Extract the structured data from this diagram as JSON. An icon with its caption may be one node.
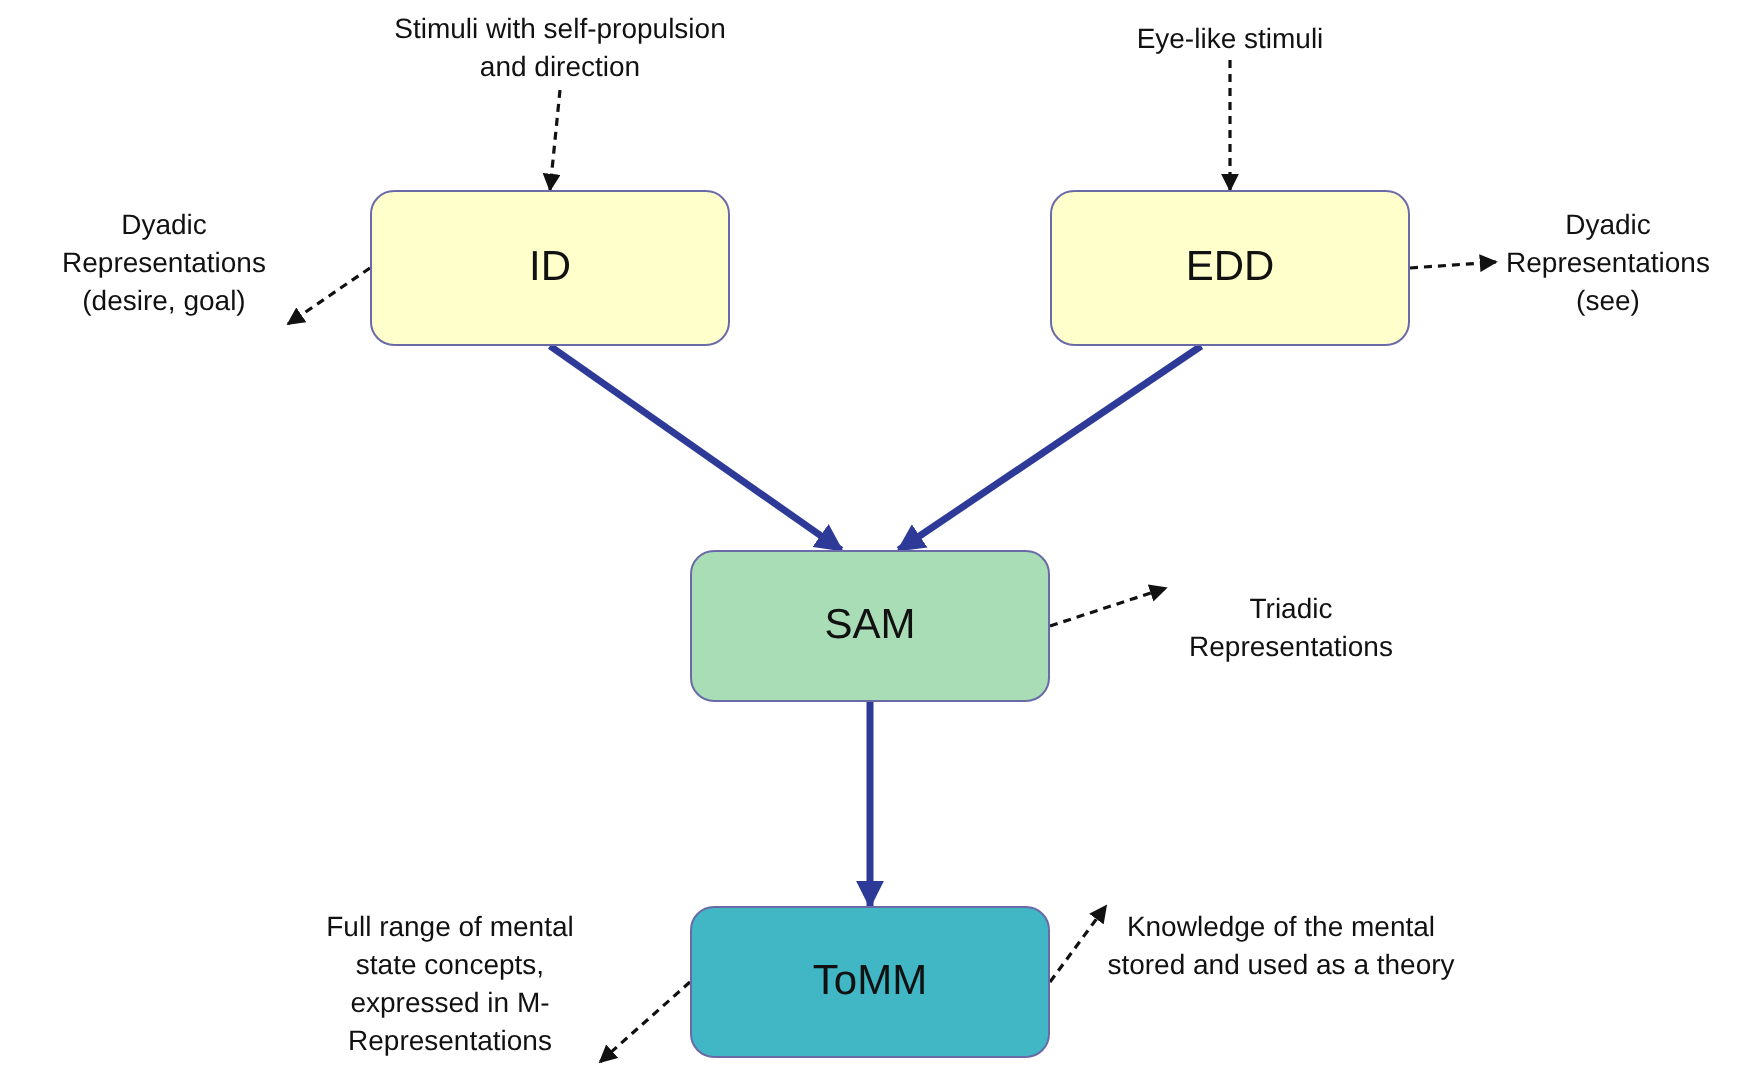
{
  "diagram": {
    "nodes": [
      {
        "text": [
          "Stimuli with self-propulsion and direction"
        ]
      },
      {
        "text": [
          "Eye-like stimuli"
        ]
      },
      {
        "text": [
          "Dyadic Representations (desire, goal)"
        ]
      },
      {
        "text": [
          "ID"
        ]
      },
      {
        "text": [
          "EDD"
        ]
      },
      {
        "text": [
          "Dyadic Representations (see)"
        ]
      },
      {
        "text": [
          "SAM"
        ]
      },
      {
        "text": [
          "Triadic Representations"
        ]
      },
      {
        "text": [
          "Full range of mental state concepts, expressed in M-Representations"
        ]
      },
      {
        "text": [
          "ToMM"
        ]
      },
      {
        "text": [
          "Knowledge of the mental stored and used as a theory"
        ]
      }
    ],
    "edges": [
      {
        "from": 0,
        "to": 3,
        "arrow": "to",
        "style": "dashed"
      },
      {
        "from": 1,
        "to": 4,
        "arrow": "to",
        "style": "dashed"
      },
      {
        "from": 3,
        "to": 2,
        "arrow": "to",
        "style": "dashed"
      },
      {
        "from": 4,
        "to": 5,
        "arrow": "to",
        "style": "dashed"
      },
      {
        "from": 3,
        "to": 6,
        "arrow": "to",
        "style": "thick",
        "color": "#2e3a98"
      },
      {
        "from": 4,
        "to": 6,
        "arrow": "to",
        "style": "thick",
        "color": "#2e3a98"
      },
      {
        "from": 6,
        "to": 7,
        "arrow": "to",
        "style": "dashed"
      },
      {
        "from": 6,
        "to": 9,
        "arrow": "to",
        "style": "thick",
        "color": "#2e3a98"
      },
      {
        "from": 9,
        "to": 8,
        "arrow": "to",
        "style": "dashed"
      },
      {
        "from": 9,
        "to": 10,
        "arrow": "to",
        "style": "dashed"
      }
    ]
  }
}
